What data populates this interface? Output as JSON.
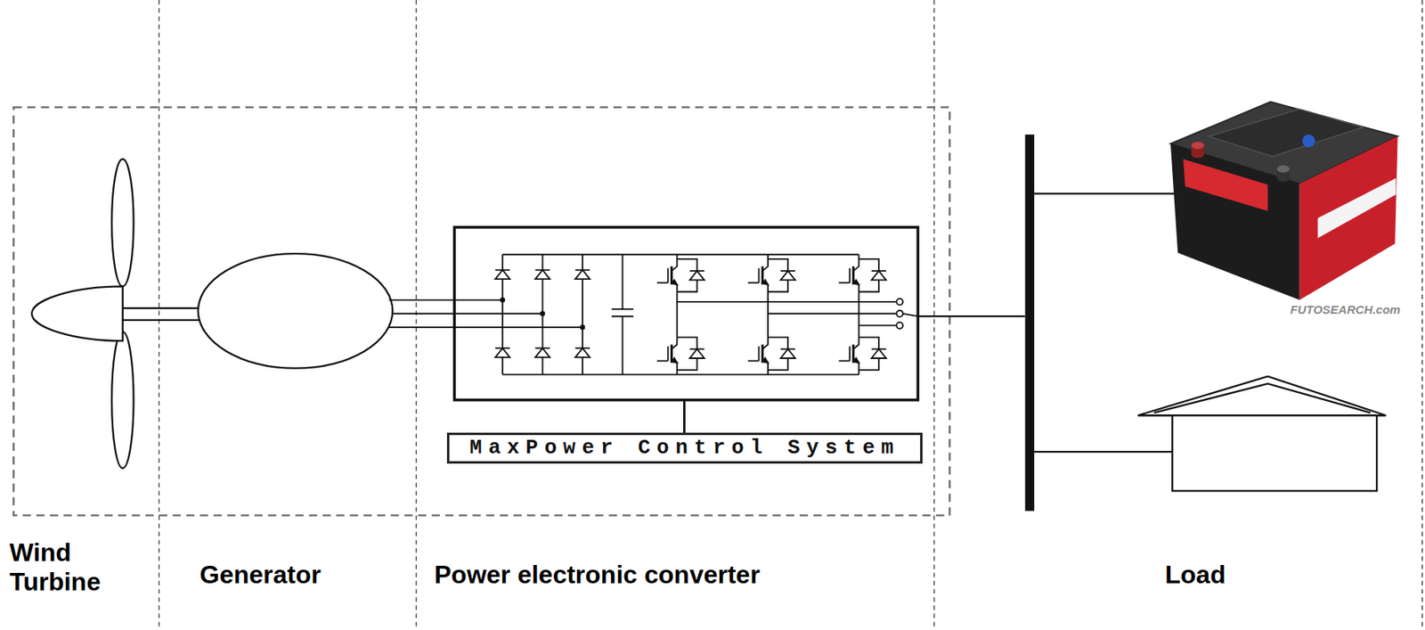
{
  "diagram": {
    "nodes": [
      {
        "text": [
          "MaxPower Control System"
        ]
      }
    ],
    "labels": [
      "Wind Turbine",
      "Generator",
      "Power electronic converter",
      "Load",
      "FUTOSEARCH.com"
    ]
  }
}
